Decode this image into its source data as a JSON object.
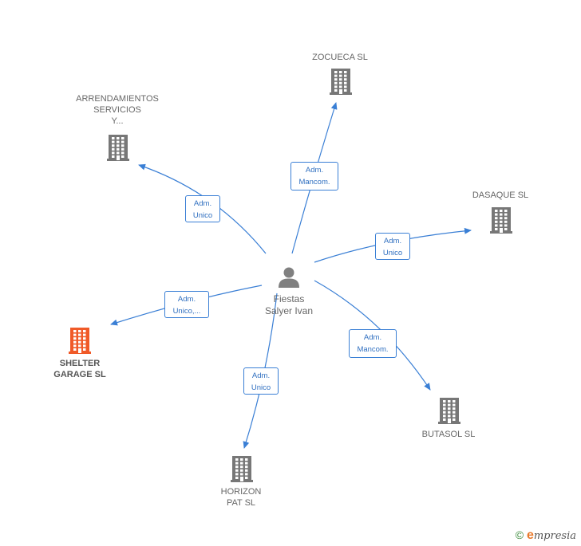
{
  "center": {
    "name_line1": "Fiestas",
    "name_line2": "Salyer Ivan",
    "icon": "person-icon"
  },
  "companies": [
    {
      "id": "zocueca",
      "label": "ZOCUECA SL",
      "icon": "building-icon",
      "color": "#777777"
    },
    {
      "id": "arrendamientos",
      "label": "ARRENDAMIENTOS\nSERVICIOS\nY...",
      "icon": "building-icon",
      "color": "#777777"
    },
    {
      "id": "dasaque",
      "label": "DASAQUE  SL",
      "icon": "building-icon",
      "color": "#777777"
    },
    {
      "id": "shelter",
      "label": "SHELTER\nGARAGE  SL",
      "icon": "building-icon",
      "color": "#f05a28"
    },
    {
      "id": "butasol",
      "label": "BUTASOL SL",
      "icon": "building-icon",
      "color": "#777777"
    },
    {
      "id": "horizon",
      "label": "HORIZON\nPAT  SL",
      "icon": "building-icon",
      "color": "#777777"
    }
  ],
  "roles": [
    {
      "line1": "Adm.",
      "line2": "Mancom."
    },
    {
      "line1": "Adm.",
      "line2": "Unico"
    },
    {
      "line1": "Adm.",
      "line2": "Unico"
    },
    {
      "line1": "Adm.",
      "line2": "Unico,..."
    },
    {
      "line1": "Adm.",
      "line2": "Mancom."
    },
    {
      "line1": "Adm.",
      "line2": "Unico"
    }
  ],
  "edge_color": "#3a7fd5",
  "copyright": {
    "symbol": "©",
    "brand_initial": "e",
    "brand_rest": "mpresia"
  }
}
